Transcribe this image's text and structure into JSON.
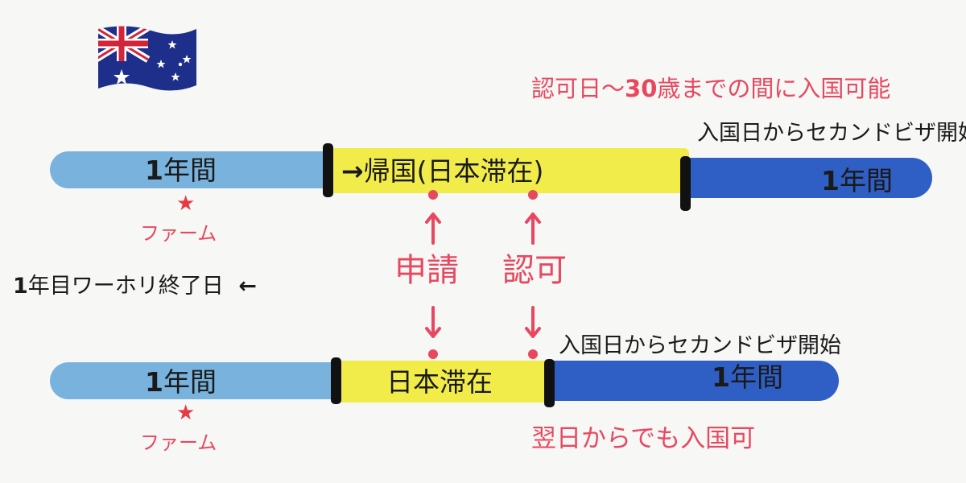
{
  "top_note": "認可日〜30歳までの間に入国可能",
  "top_note_parts": {
    "pre": "認可日〜",
    "num": "30",
    "post": "歳までの間に入国可能"
  },
  "second_visa_start_label": "入国日からセカンドビザ開始",
  "row1": {
    "left_bar": {
      "num": "1",
      "unit": "年間"
    },
    "middle_bar": {
      "arrow": "→",
      "text": "帰国(日本滞在)"
    },
    "right_bar": {
      "num": "1",
      "unit": "年間"
    },
    "star": "★",
    "farm": "ファーム"
  },
  "row2": {
    "left_bar": {
      "num": "1",
      "unit": "年間"
    },
    "middle_bar": {
      "text": "日本滞在"
    },
    "right_bar": {
      "num": "1",
      "unit": "年間"
    },
    "star": "★",
    "farm": "ファーム",
    "bottom_note": "翌日からでも入国可"
  },
  "wh_end": {
    "num": "1",
    "text": "年目ワーホリ終了日",
    "arrow": "←"
  },
  "apply_label": "申請",
  "approve_label": "認可",
  "colors": {
    "light_blue": "#79b3dd",
    "yellow": "#f2ec4a",
    "dark_blue": "#2f5fc4",
    "pink": "#e8485f",
    "red_star": "#e63a45"
  },
  "icons": {
    "flag": "australia-flag-icon"
  }
}
